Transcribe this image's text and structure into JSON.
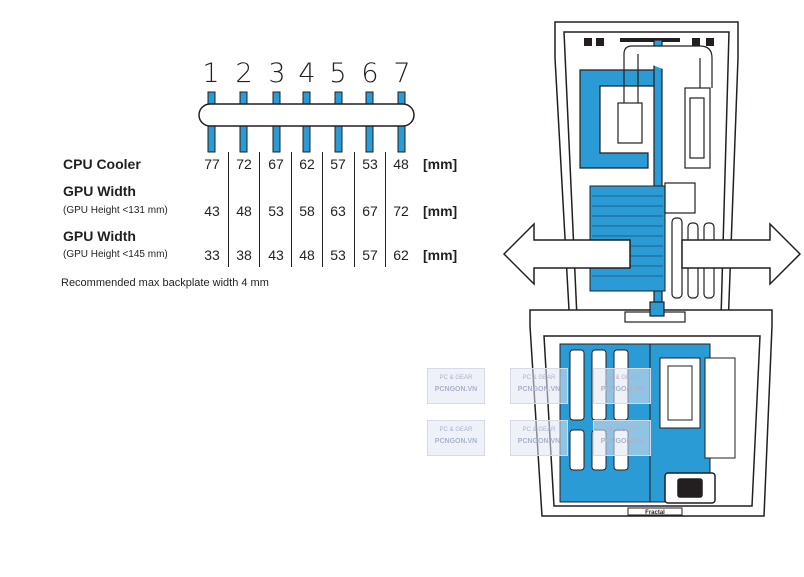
{
  "positions": [
    "1",
    "2",
    "3",
    "4",
    "5",
    "6",
    "7"
  ],
  "rows": [
    {
      "label": "CPU Cooler",
      "sublabel": "",
      "values": [
        "77",
        "72",
        "67",
        "62",
        "57",
        "53",
        "48"
      ],
      "unit": "[mm]"
    },
    {
      "label": "GPU Width",
      "sublabel": "(GPU Height <131 mm)",
      "values": [
        "43",
        "48",
        "53",
        "58",
        "63",
        "67",
        "72"
      ],
      "unit": "[mm]"
    },
    {
      "label": "GPU Width",
      "sublabel": "(GPU Height <145 mm)",
      "values": [
        "33",
        "38",
        "43",
        "48",
        "53",
        "57",
        "62"
      ],
      "unit": "[mm]"
    }
  ],
  "note": "Recommended max backplate width 4 mm",
  "case_brand": "Fractal",
  "watermark": {
    "line1": "PC & GEAR",
    "line2": "PCNGON.VN"
  },
  "colors": {
    "accent": "#2b9bd6",
    "line": "#231f20",
    "background": "#ffffff"
  }
}
